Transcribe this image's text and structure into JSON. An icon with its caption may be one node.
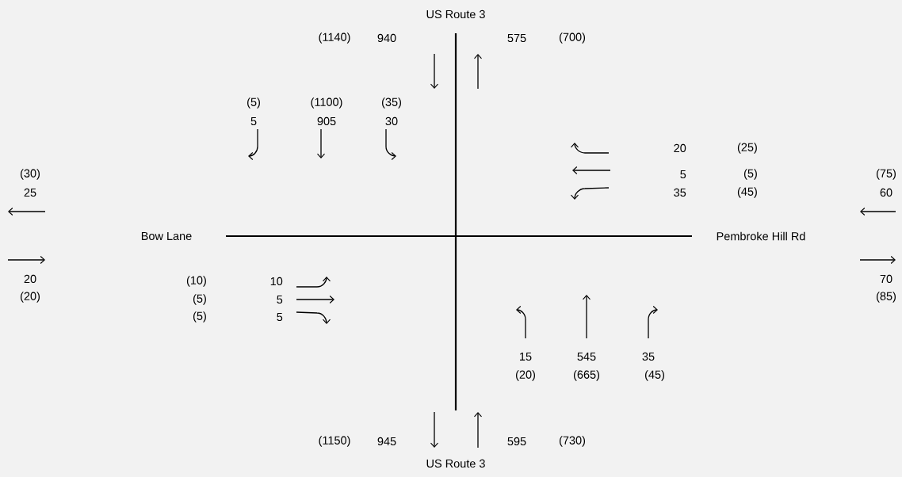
{
  "diagram": {
    "labels": [
      "US Route 3",
      "(1140)",
      "940",
      "575",
      "(700)",
      "(5)",
      "(1100)",
      "(35)",
      "5",
      "905",
      "30",
      "20",
      "(25)",
      "(30)",
      "5",
      "(5)",
      "(75)",
      "25",
      "35",
      "(45)",
      "60",
      "Bow Lane",
      "Pembroke Hill Rd",
      "20",
      "(10)",
      "10",
      "70",
      "(20)",
      "(5)",
      "5",
      "(85)",
      "(5)",
      "5",
      "15",
      "545",
      "35",
      "(20)",
      "(665)",
      "(45)",
      "(1150)",
      "945",
      "595",
      "(730)",
      "US Route 3"
    ]
  }
}
